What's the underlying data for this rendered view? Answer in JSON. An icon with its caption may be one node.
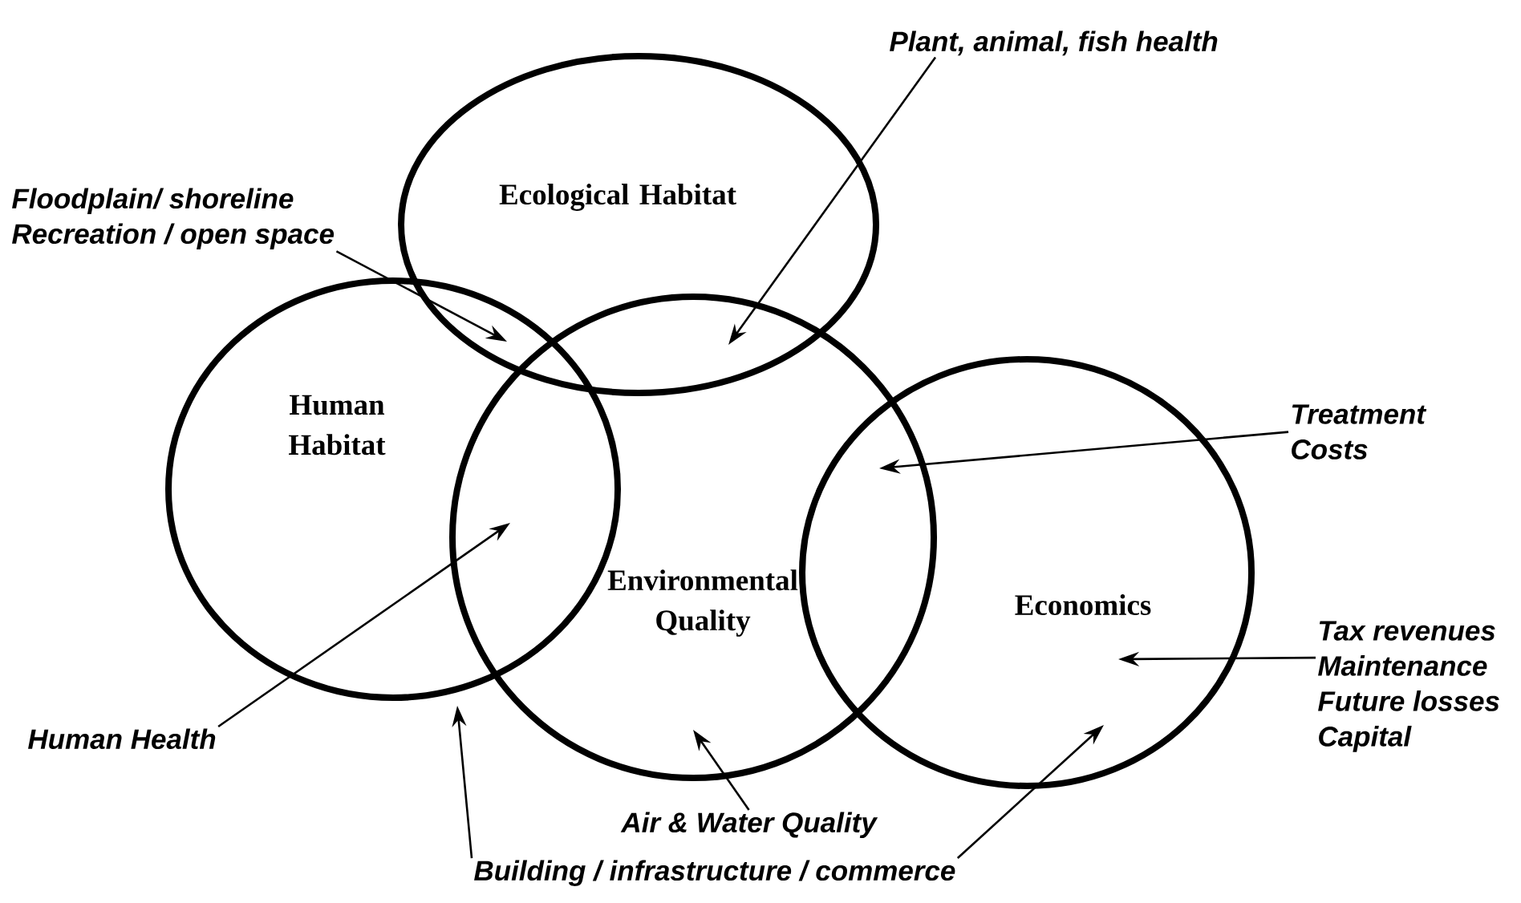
{
  "diagram": {
    "nodes": [
      {
        "text": [
          "Ecological Habitat"
        ]
      },
      {
        "text": [
          "Human Habitat"
        ]
      },
      {
        "text": [
          "Environmental Quality"
        ]
      },
      {
        "text": [
          "Economics"
        ]
      },
      {
        "text": [
          "Floodplain/ shoreline",
          "Recreation / open space"
        ]
      },
      {
        "text": [
          "Plant, animal, fish health"
        ]
      },
      {
        "text": [
          "Treatment Costs"
        ]
      },
      {
        "text": [
          "Tax revenues",
          "Maintenance",
          "Future losses",
          "Capital"
        ]
      },
      {
        "text": [
          "Human Health"
        ]
      },
      {
        "text": [
          "Air & Water Quality"
        ]
      },
      {
        "text": [
          "Building / infrastructure / commerce"
        ]
      }
    ],
    "edges": [
      {
        "from": 4,
        "to": 0,
        "arrow": "to"
      },
      {
        "from": 5,
        "to": 0,
        "arrow": "to"
      },
      {
        "from": 6,
        "to": 3,
        "arrow": "to"
      },
      {
        "from": 7,
        "to": 3,
        "arrow": "to"
      },
      {
        "from": 8,
        "to": 1,
        "arrow": "to"
      },
      {
        "from": 9,
        "to": 2,
        "arrow": "to"
      },
      {
        "from": 10,
        "to": 1,
        "arrow": "to"
      },
      {
        "from": 10,
        "to": 3,
        "arrow": "to"
      }
    ]
  }
}
